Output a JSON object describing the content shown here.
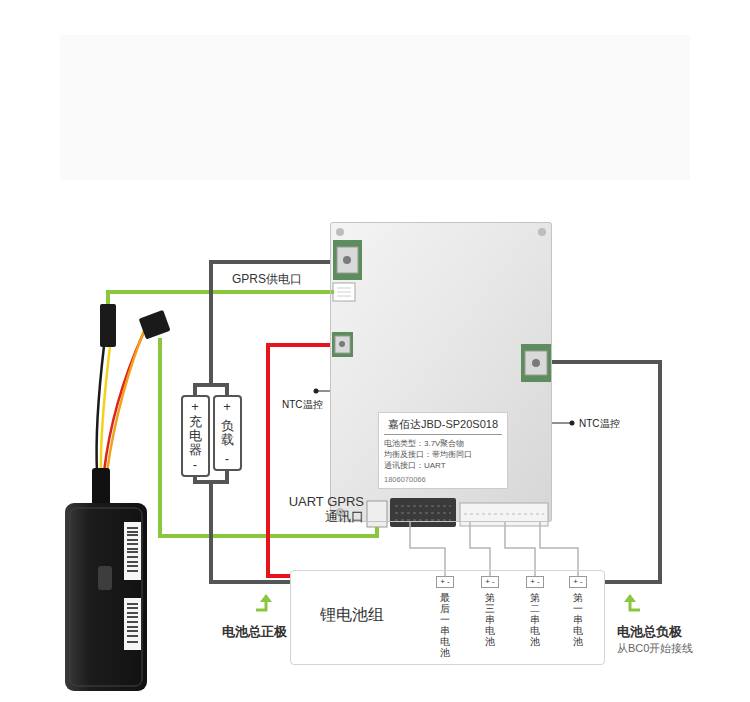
{
  "diagram": {
    "nodes": [
      {
        "text": [
          "嘉佰达JBD-SP20S018",
          "电池类型：3.7V聚合物",
          "均衡及接口：带均衡同口",
          "通讯接口：UART",
          "1806070066"
        ]
      },
      {
        "text": [
          "+",
          "充电器",
          "-"
        ]
      },
      {
        "text": [
          "+",
          "负载",
          "-"
        ]
      },
      {
        "text": [
          "锂电池组"
        ]
      },
      {
        "text": [
          "+ -",
          "最后一串电池"
        ],
        "in": 3
      },
      {
        "text": [
          "+ -",
          "第三串电池"
        ],
        "in": 3
      },
      {
        "text": [
          "+ -",
          "第二串电池"
        ],
        "in": 3
      },
      {
        "text": [
          "+ -",
          "第一串电池"
        ],
        "in": 3
      }
    ],
    "edges": [
      {
        "from": 0,
        "to": 1,
        "arrow": "none"
      },
      {
        "from": 0,
        "to": 2,
        "arrow": "none"
      },
      {
        "from": 1,
        "to": 3,
        "arrow": "none"
      },
      {
        "from": 2,
        "to": 3,
        "arrow": "none"
      },
      {
        "from": 0,
        "to": 3,
        "arrow": "none"
      },
      {
        "from": 0,
        "to": 3,
        "arrow": "none"
      },
      {
        "from": 0,
        "to": 4,
        "arrow": "none"
      },
      {
        "from": 0,
        "to": 5,
        "arrow": "none"
      },
      {
        "from": 0,
        "to": 6,
        "arrow": "none"
      },
      {
        "from": 0,
        "to": 7,
        "arrow": "none"
      }
    ],
    "labels": [
      "GPRS供电口",
      "NTC温控",
      "UART GPRS通讯口",
      "NTC温控",
      "电池总正极",
      "电池总负极",
      "从BC0开始接线"
    ]
  }
}
